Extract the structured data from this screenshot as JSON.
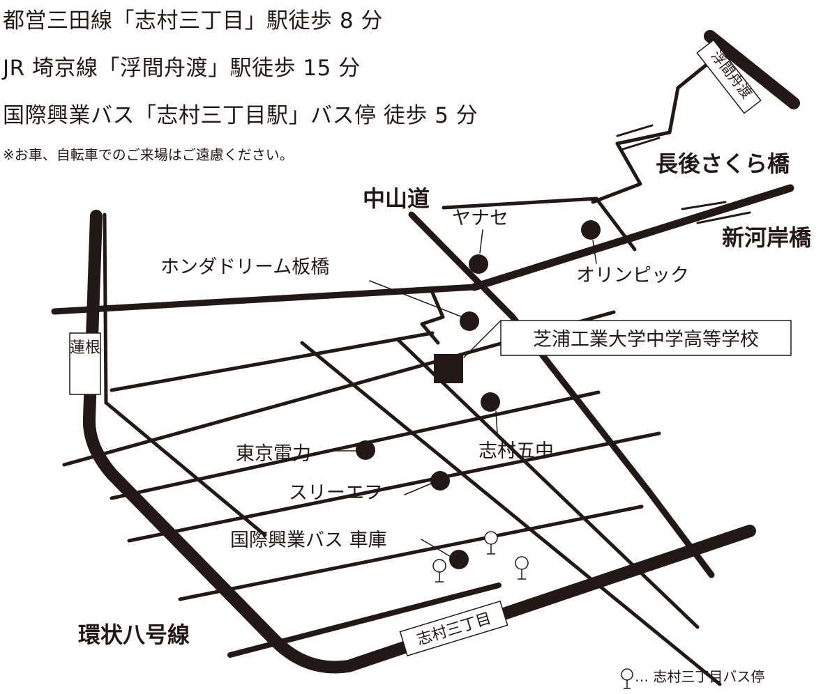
{
  "access": {
    "line1": "都営三田線「志村三丁目」駅徒歩 8 分",
    "line2": "JR 埼京線「浮間舟渡」駅徒歩 15 分",
    "line3": "国際興業バス「志村三丁目駅」バス停 徒歩 5 分",
    "note": "※お車、自転車でのご来場はご遠慮ください。"
  },
  "map": {
    "roads": {
      "nakasendo": "中山道",
      "kanpachi": "環状八号線",
      "hasune": "蓮根",
      "shimura_sanchome_sign": "志村三丁目"
    },
    "bridges": {
      "nagago_sakura": "長後さくら橋",
      "shingashi": "新河岸橋"
    },
    "stations": {
      "ukima_funado": "浮間舟渡"
    },
    "school": "芝浦工業大学中学高等学校",
    "landmarks": {
      "yanase": "ヤナセ",
      "olympic": "オリンピック",
      "honda_dream": "ホンダドリーム板橋",
      "shimura_go_chu": "志村五中",
      "tokyo_denryoku": "東京電力",
      "three_f": "スリーエフ",
      "kokusai_garage": "国際興業バス 車庫"
    },
    "legend": "… 志村三丁目バス停"
  },
  "colors": {
    "ink": "#231815",
    "paper": "#ffffff"
  }
}
